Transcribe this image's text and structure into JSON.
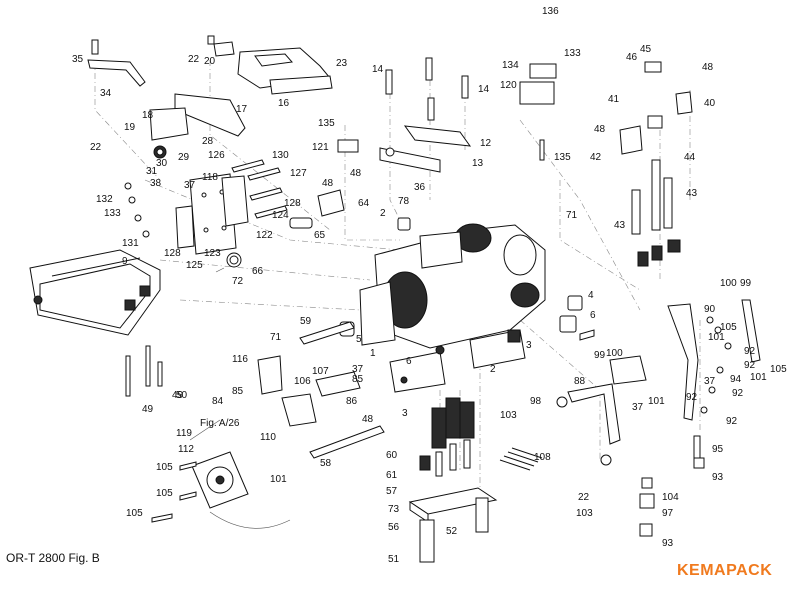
{
  "figure": {
    "caption": "OR-T 2800  Fig. B",
    "brand": "KEMAPACK",
    "brand_color": "#f07a1e",
    "reference_note": "Fig. A/26"
  },
  "callouts": [
    {
      "id": "c1",
      "label": "35"
    },
    {
      "id": "c2",
      "label": "34"
    },
    {
      "id": "c3",
      "label": "22"
    },
    {
      "id": "c4",
      "label": "20"
    },
    {
      "id": "c5",
      "label": "23"
    },
    {
      "id": "c6",
      "label": "16"
    },
    {
      "id": "c7",
      "label": "17"
    },
    {
      "id": "c8",
      "label": "18"
    },
    {
      "id": "c9",
      "label": "19"
    },
    {
      "id": "c10",
      "label": "28"
    },
    {
      "id": "c11",
      "label": "22"
    },
    {
      "id": "c12",
      "label": "29"
    },
    {
      "id": "c13",
      "label": "30"
    },
    {
      "id": "c14",
      "label": "126"
    },
    {
      "id": "c15",
      "label": "130"
    },
    {
      "id": "c16",
      "label": "31"
    },
    {
      "id": "c17",
      "label": "38"
    },
    {
      "id": "c18",
      "label": "37"
    },
    {
      "id": "c19",
      "label": "118"
    },
    {
      "id": "c20",
      "label": "127"
    },
    {
      "id": "c21",
      "label": "128"
    },
    {
      "id": "c22",
      "label": "132"
    },
    {
      "id": "c23",
      "label": "133"
    },
    {
      "id": "c24",
      "label": "124"
    },
    {
      "id": "c25",
      "label": "131"
    },
    {
      "id": "c26",
      "label": "128"
    },
    {
      "id": "c27",
      "label": "123"
    },
    {
      "id": "c28",
      "label": "122"
    },
    {
      "id": "c29",
      "label": "125"
    },
    {
      "id": "c30",
      "label": "66"
    },
    {
      "id": "c31",
      "label": "72"
    },
    {
      "id": "c32",
      "label": "65"
    },
    {
      "id": "c33",
      "label": "9"
    },
    {
      "id": "c34",
      "label": "14"
    },
    {
      "id": "c35",
      "label": "14"
    },
    {
      "id": "c36",
      "label": "135"
    },
    {
      "id": "c37",
      "label": "121"
    },
    {
      "id": "c38",
      "label": "13"
    },
    {
      "id": "c39",
      "label": "12"
    },
    {
      "id": "c40",
      "label": "48"
    },
    {
      "id": "c41",
      "label": "48"
    },
    {
      "id": "c42",
      "label": "36"
    },
    {
      "id": "c43",
      "label": "78"
    },
    {
      "id": "c44",
      "label": "64"
    },
    {
      "id": "c45",
      "label": "2"
    },
    {
      "id": "c46",
      "label": "136"
    },
    {
      "id": "c47",
      "label": "133"
    },
    {
      "id": "c48",
      "label": "134"
    },
    {
      "id": "c49",
      "label": "120"
    },
    {
      "id": "c50",
      "label": "135"
    },
    {
      "id": "c51",
      "label": "71"
    },
    {
      "id": "c52",
      "label": "45"
    },
    {
      "id": "c53",
      "label": "46"
    },
    {
      "id": "c54",
      "label": "48"
    },
    {
      "id": "c55",
      "label": "40"
    },
    {
      "id": "c56",
      "label": "41"
    },
    {
      "id": "c57",
      "label": "48"
    },
    {
      "id": "c58",
      "label": "42"
    },
    {
      "id": "c59",
      "label": "44"
    },
    {
      "id": "c60",
      "label": "43"
    },
    {
      "id": "c61",
      "label": "43"
    },
    {
      "id": "c62",
      "label": "4"
    },
    {
      "id": "c63",
      "label": "6"
    },
    {
      "id": "c64",
      "label": "3"
    },
    {
      "id": "c65",
      "label": "71"
    },
    {
      "id": "c66",
      "label": "59"
    },
    {
      "id": "c67",
      "label": "5"
    },
    {
      "id": "c68",
      "label": "1"
    },
    {
      "id": "c69",
      "label": "6"
    },
    {
      "id": "c70",
      "label": "2"
    },
    {
      "id": "c71",
      "label": "116"
    },
    {
      "id": "c72",
      "label": "107"
    },
    {
      "id": "c73",
      "label": "37"
    },
    {
      "id": "c74",
      "label": "106"
    },
    {
      "id": "c75",
      "label": "85"
    },
    {
      "id": "c76",
      "label": "85"
    },
    {
      "id": "c77",
      "label": "84"
    },
    {
      "id": "c78",
      "label": "86"
    },
    {
      "id": "c79",
      "label": "48"
    },
    {
      "id": "c80",
      "label": "3"
    },
    {
      "id": "c81",
      "label": "110"
    },
    {
      "id": "c82",
      "label": "119"
    },
    {
      "id": "c83",
      "label": "112"
    },
    {
      "id": "c84",
      "label": "58"
    },
    {
      "id": "c85",
      "label": "101"
    },
    {
      "id": "c86",
      "label": "105"
    },
    {
      "id": "c87",
      "label": "105"
    },
    {
      "id": "c88",
      "label": "105"
    },
    {
      "id": "c89",
      "label": "60"
    },
    {
      "id": "c90",
      "label": "61"
    },
    {
      "id": "c91",
      "label": "57"
    },
    {
      "id": "c92",
      "label": "73"
    },
    {
      "id": "c93",
      "label": "56"
    },
    {
      "id": "c94",
      "label": "52"
    },
    {
      "id": "c95",
      "label": "51"
    },
    {
      "id": "c96",
      "label": "50"
    },
    {
      "id": "c97",
      "label": "49"
    },
    {
      "id": "c98",
      "label": "49"
    },
    {
      "id": "c99",
      "label": "103"
    },
    {
      "id": "c100",
      "label": "98"
    },
    {
      "id": "c101",
      "label": "88"
    },
    {
      "id": "c102",
      "label": "108"
    },
    {
      "id": "c103",
      "label": "22"
    },
    {
      "id": "c104",
      "label": "103"
    },
    {
      "id": "c105",
      "label": "100"
    },
    {
      "id": "c106",
      "label": "99"
    },
    {
      "id": "c107",
      "label": "90"
    },
    {
      "id": "c108",
      "label": "105"
    },
    {
      "id": "c109",
      "label": "101"
    },
    {
      "id": "c110",
      "label": "92"
    },
    {
      "id": "c111",
      "label": "92"
    },
    {
      "id": "c112",
      "label": "101"
    },
    {
      "id": "c113",
      "label": "105"
    },
    {
      "id": "c114",
      "label": "99"
    },
    {
      "id": "c115",
      "label": "100"
    },
    {
      "id": "c116",
      "label": "94"
    },
    {
      "id": "c117",
      "label": "37"
    },
    {
      "id": "c118",
      "label": "92"
    },
    {
      "id": "c119",
      "label": "37"
    },
    {
      "id": "c120",
      "label": "101"
    },
    {
      "id": "c121",
      "label": "92"
    },
    {
      "id": "c122",
      "label": "92"
    },
    {
      "id": "c123",
      "label": "95"
    },
    {
      "id": "c124",
      "label": "93"
    },
    {
      "id": "c125",
      "label": "104"
    },
    {
      "id": "c126",
      "label": "97"
    },
    {
      "id": "c127",
      "label": "93"
    }
  ]
}
